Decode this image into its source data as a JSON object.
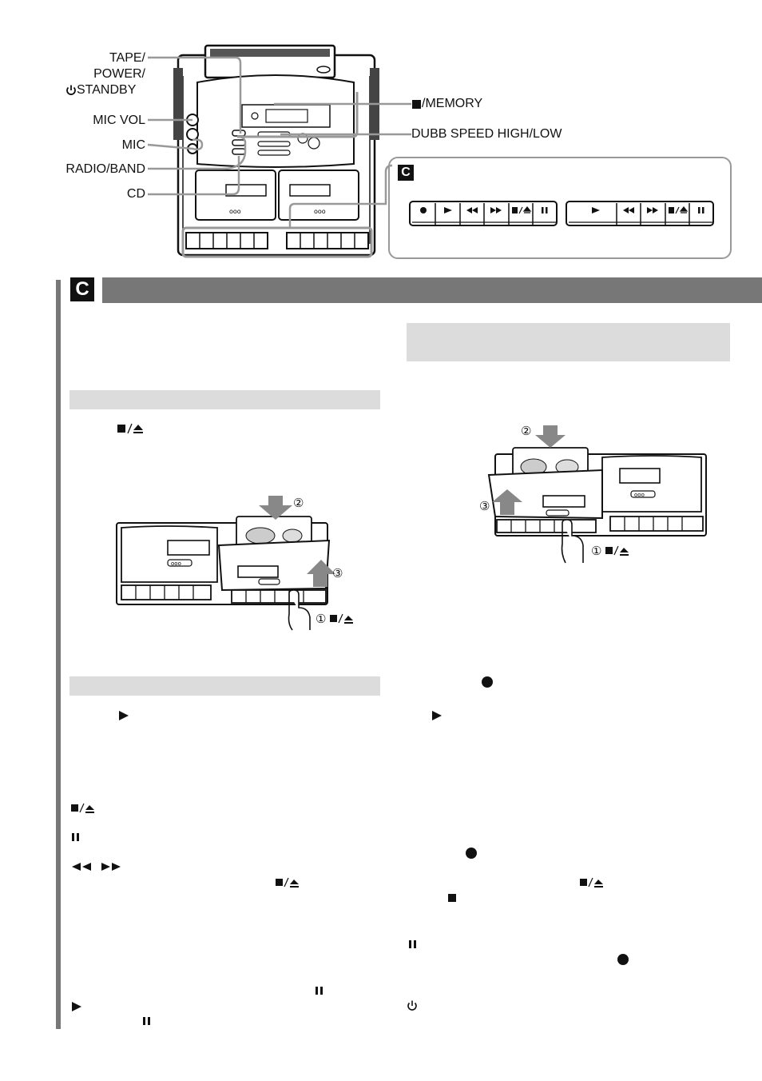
{
  "top_labels": {
    "tape": "TAPE/",
    "power": "POWER/",
    "standby": "STANDBY",
    "mic_vol": "MIC VOL",
    "mic": "MIC",
    "radio_band": "RADIO/BAND",
    "cd": "CD",
    "memory": "/MEMORY",
    "dubb_speed": "DUBB SPEED HIGH/LOW"
  },
  "section_letter": "C",
  "inset_letter": "C",
  "step_markers": {
    "one": "①",
    "two": "②",
    "three": "③",
    "circ_one": "①",
    "circ_two": "②",
    "circ_three": "③"
  },
  "icon_names": [
    "record-icon",
    "play-icon",
    "rewind-icon",
    "fast-forward-icon",
    "stop-eject-icon",
    "pause-icon",
    "standby-power-icon"
  ]
}
